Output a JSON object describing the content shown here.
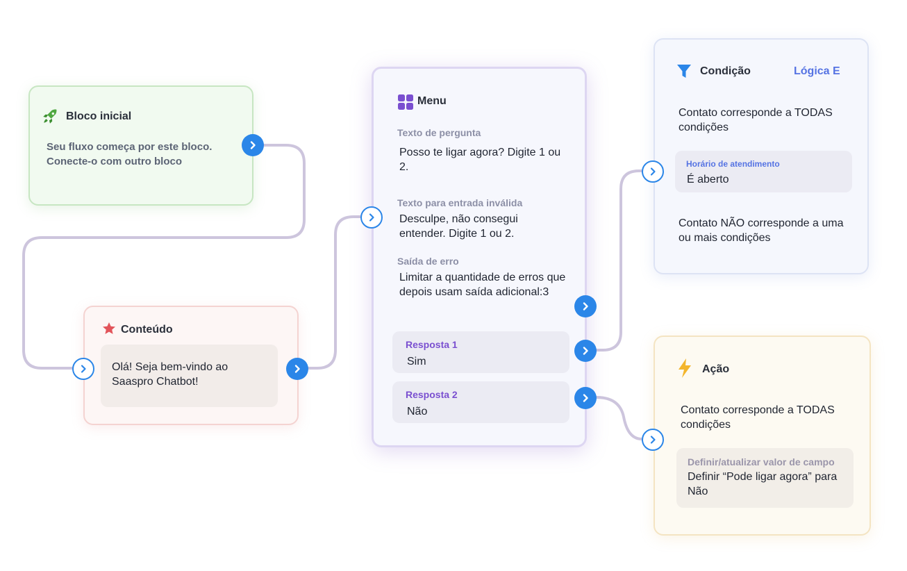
{
  "start": {
    "title": "Bloco inicial",
    "desc": "Seu fluxo começa por este bloco. Conecte-o com outro bloco",
    "icon": "rocket-icon"
  },
  "content": {
    "title": "Conteúdo",
    "message": "Olá! Seja bem-vindo ao Saaspro Chatbot!",
    "icon": "star-icon"
  },
  "menu": {
    "title": "Menu",
    "icon": "grid-icon",
    "question_label": "Texto de pergunta",
    "question_text": "Posso te ligar agora? Digite 1 ou 2.",
    "invalid_label": "Texto para entrada inválida",
    "invalid_text": "Desculpe, não consegui entender. Digite 1 ou 2.",
    "error_label": "Saída de erro",
    "error_text": "Limitar a quantidade de erros que depois usam saída adicional:3",
    "answers": [
      {
        "label": "Resposta 1",
        "value": "Sim"
      },
      {
        "label": "Resposta 2",
        "value": "Não"
      }
    ]
  },
  "condition": {
    "title": "Condição",
    "logic": "Lógica E",
    "icon": "filter-icon",
    "all_text": "Contato corresponde a TODAS condições",
    "field_label": "Horário de atendimento",
    "field_value": "É aberto",
    "not_text": "Contato NÃO corresponde a uma ou mais condições"
  },
  "action": {
    "title": "Ação",
    "icon": "lightning-icon",
    "all_text": "Contato corresponde a TODAS condições",
    "field_label": "Definir/atualizar valor de campo",
    "field_value": "Definir “Pode ligar agora” para Não"
  },
  "colors": {
    "port": "#2b86e8",
    "wire": "#cdc5dd",
    "start_bg": "#f1faf0",
    "content_bg": "#fdf6f5",
    "menu_bg": "#f6f7fd",
    "condition_bg": "#f5f7fd",
    "action_bg": "#fdfaf2",
    "purple": "#7a4fd0",
    "blue_accent": "#5573e3"
  }
}
